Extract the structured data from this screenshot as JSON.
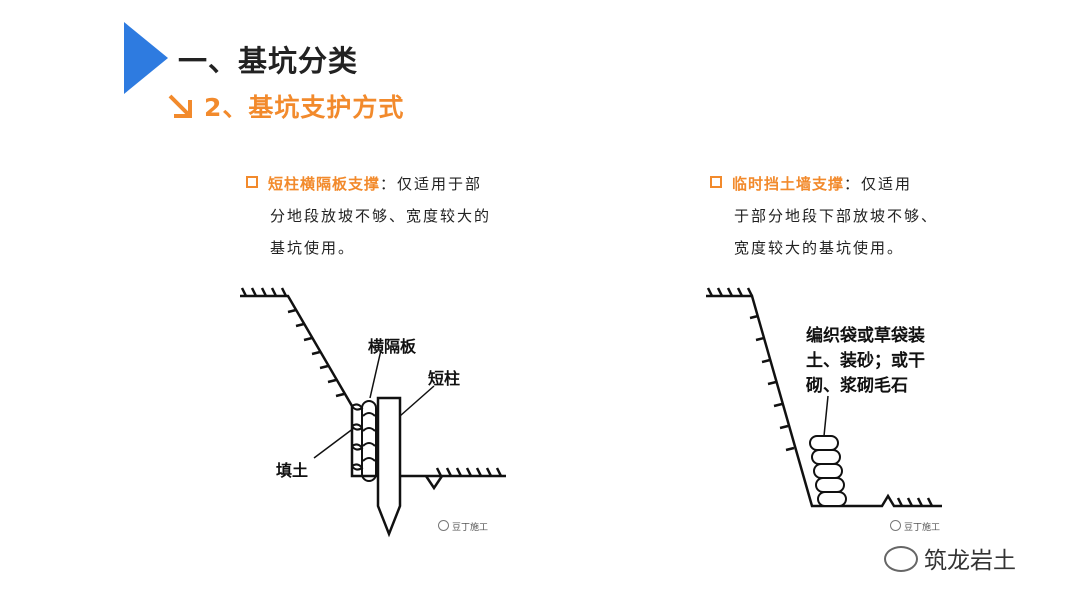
{
  "header": {
    "title": "一、基坑分类",
    "subtitle": "2、基坑支护方式",
    "accent_blue": "#2e7be0",
    "accent_orange": "#f28a2c"
  },
  "left": {
    "heading": "短柱横隔板支撑",
    "lines": [
      "：仅适用于部",
      "分地段放坡不够、宽度较大的",
      "基坑使用。"
    ],
    "labels": {
      "board": "横隔板",
      "post": "短柱",
      "fill": "填土"
    },
    "watermark": "豆丁施工"
  },
  "right": {
    "heading": "临时挡土墙支撑",
    "lines": [
      "：仅适用",
      "于部分地段下部放坡不够、",
      "宽度较大的基坑使用。"
    ],
    "labels": [
      "编织袋或草袋装",
      "土、装砂；或干",
      "砌、浆砌毛石"
    ],
    "watermark": "豆丁施工"
  },
  "brand": {
    "text": "筑龙岩土",
    "icon": "wechat-icon"
  }
}
